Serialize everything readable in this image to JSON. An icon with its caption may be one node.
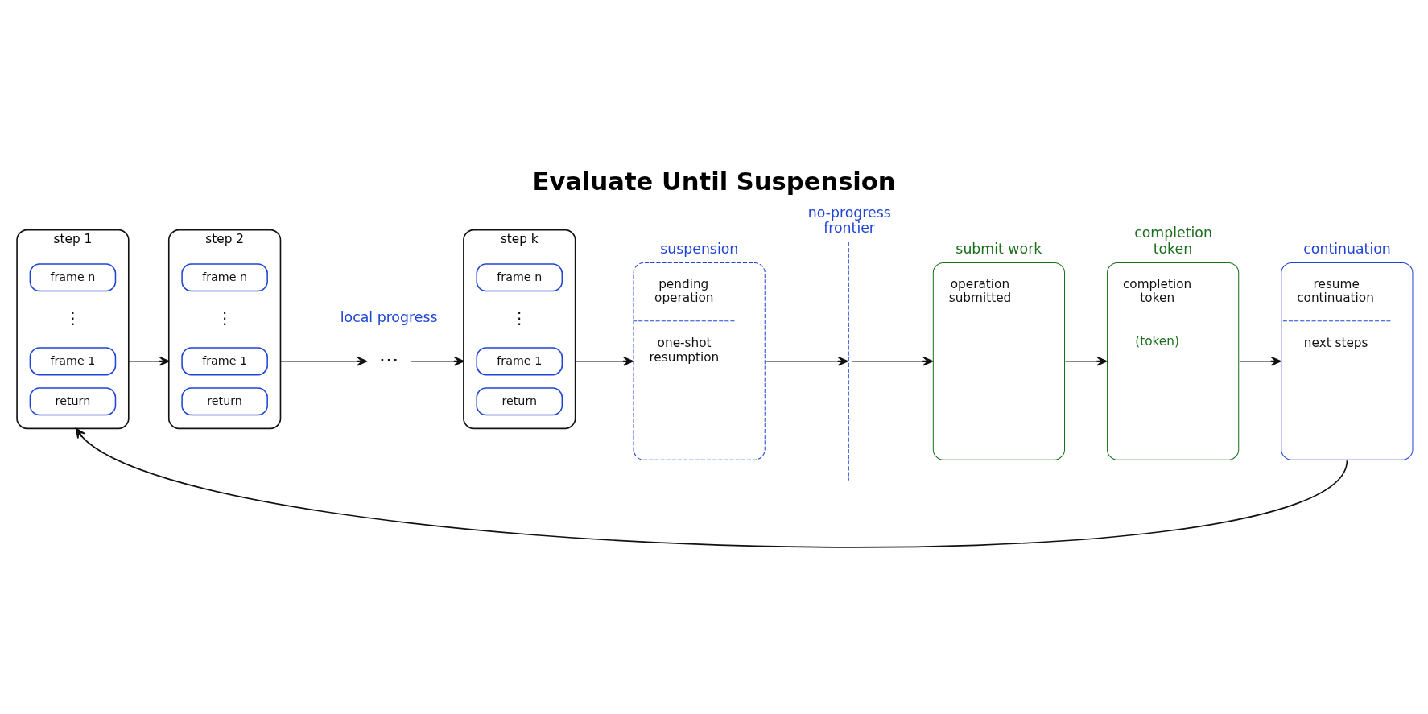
{
  "diagram": {
    "title": "Evaluate Until Suspension",
    "nodes": [
      {
        "text": [
          "step 1"
        ]
      },
      {
        "text": [
          "frame n"
        ],
        "in": 0
      },
      {
        "text": [
          "frame 1"
        ],
        "in": 0
      },
      {
        "text": [
          "return"
        ],
        "in": 0
      },
      {
        "text": [
          "step 2"
        ]
      },
      {
        "text": [
          "frame n"
        ],
        "in": 4
      },
      {
        "text": [
          "frame 1"
        ],
        "in": 4
      },
      {
        "text": [
          "return"
        ],
        "in": 4
      },
      {
        "text": [
          "⋯"
        ]
      },
      {
        "text": [
          "step k"
        ]
      },
      {
        "text": [
          "frame n"
        ],
        "in": 9
      },
      {
        "text": [
          "frame 1"
        ],
        "in": 9
      },
      {
        "text": [
          "return"
        ],
        "in": 9
      },
      {
        "text": [
          "suspension",
          "pending operation",
          "one-shot resumption"
        ]
      },
      {
        "text": [
          "no-progress frontier"
        ]
      },
      {
        "text": [
          "submit work",
          "operation submitted"
        ]
      },
      {
        "text": [
          "completion token",
          "completion token",
          "(token)"
        ]
      },
      {
        "text": [
          "continuation",
          "resume continuation",
          "next steps"
        ]
      }
    ],
    "edges": [
      {
        "from": 0,
        "to": 4,
        "arrow": "to"
      },
      {
        "from": 4,
        "to": 8,
        "arrow": "to"
      },
      {
        "from": 8,
        "to": 9,
        "arrow": "to"
      },
      {
        "from": 9,
        "to": 13,
        "arrow": "to"
      },
      {
        "from": 13,
        "to": 14,
        "arrow": "to"
      },
      {
        "from": 14,
        "to": 15,
        "arrow": "to"
      },
      {
        "from": 15,
        "to": 16,
        "arrow": "to"
      },
      {
        "from": 16,
        "to": 17,
        "arrow": "to"
      },
      {
        "from": 17,
        "to": 0,
        "arrow": "to"
      }
    ],
    "labels": [
      "local progress",
      "⋮",
      "⋮",
      "⋮"
    ]
  }
}
